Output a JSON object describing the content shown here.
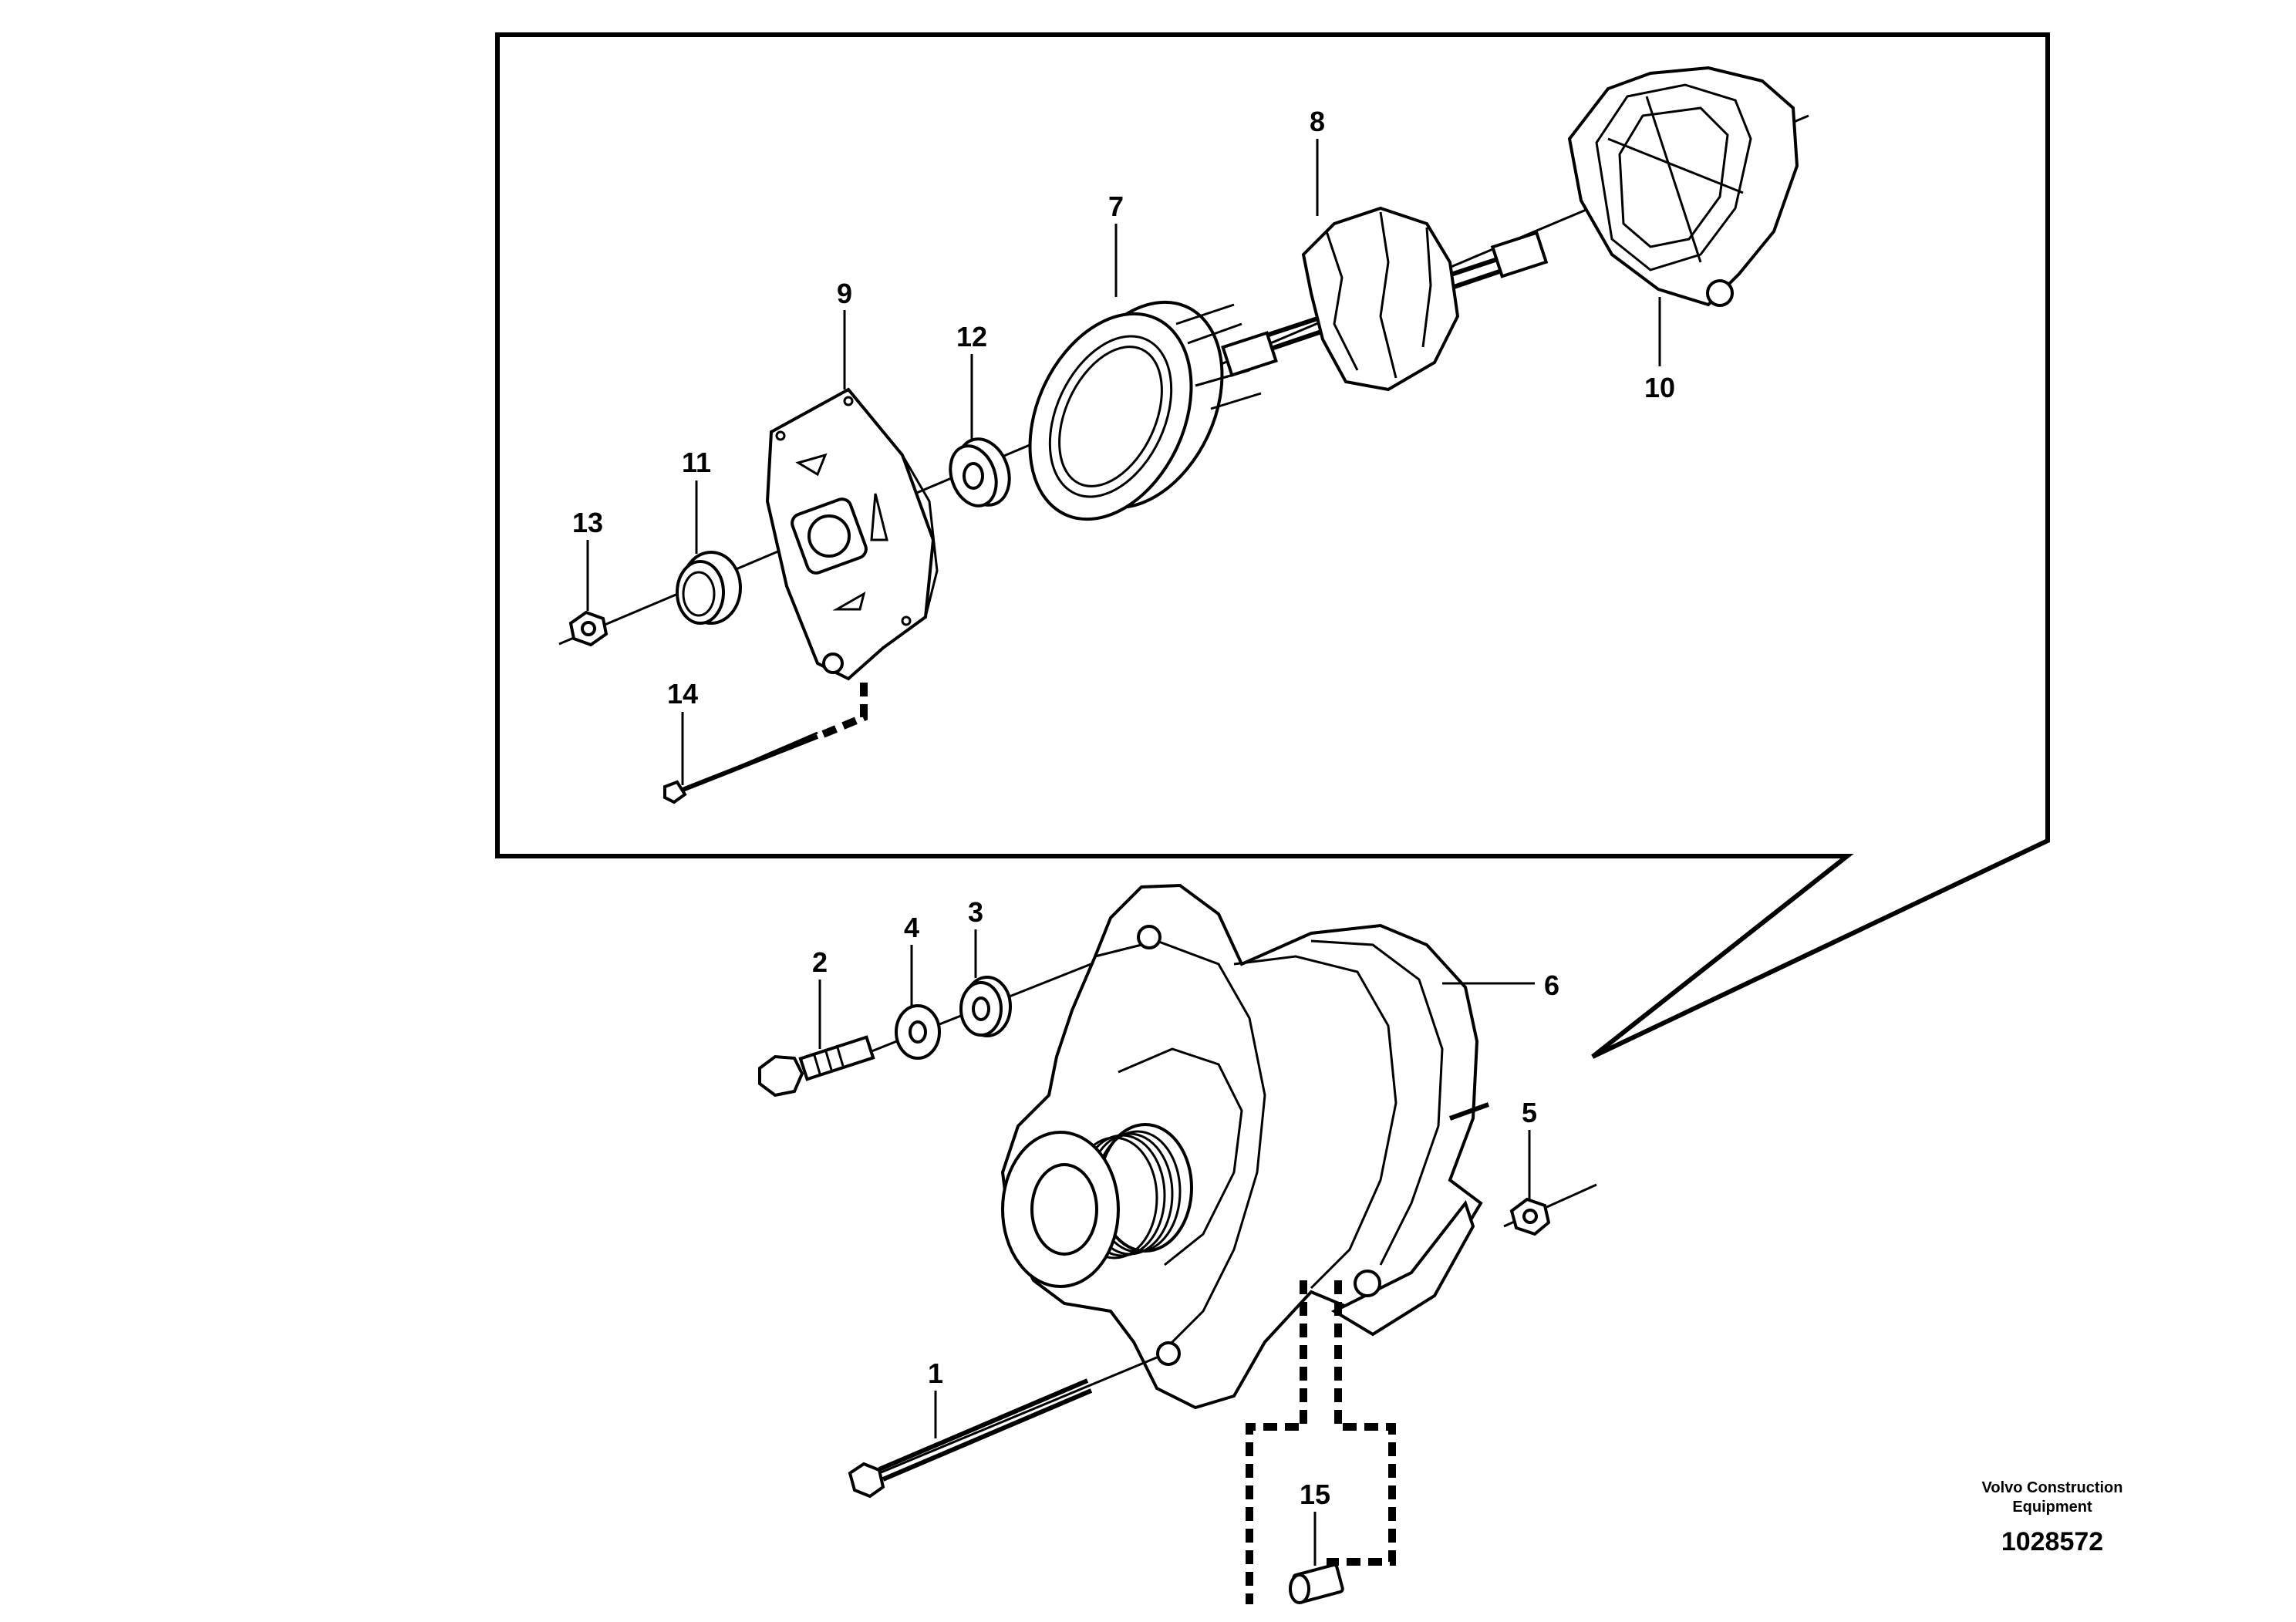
{
  "diagram": {
    "labels": {
      "p1": "1",
      "p2": "2",
      "p3": "3",
      "p4": "4",
      "p5": "5",
      "p6": "6",
      "p7": "7",
      "p8": "8",
      "p9": "9",
      "p10": "10",
      "p11": "11",
      "p12": "12",
      "p13": "13",
      "p14": "14",
      "p15": "15"
    }
  },
  "footer": {
    "company_line1": "Volvo Construction",
    "company_line2": "Equipment",
    "drawing_number": "1028572"
  }
}
